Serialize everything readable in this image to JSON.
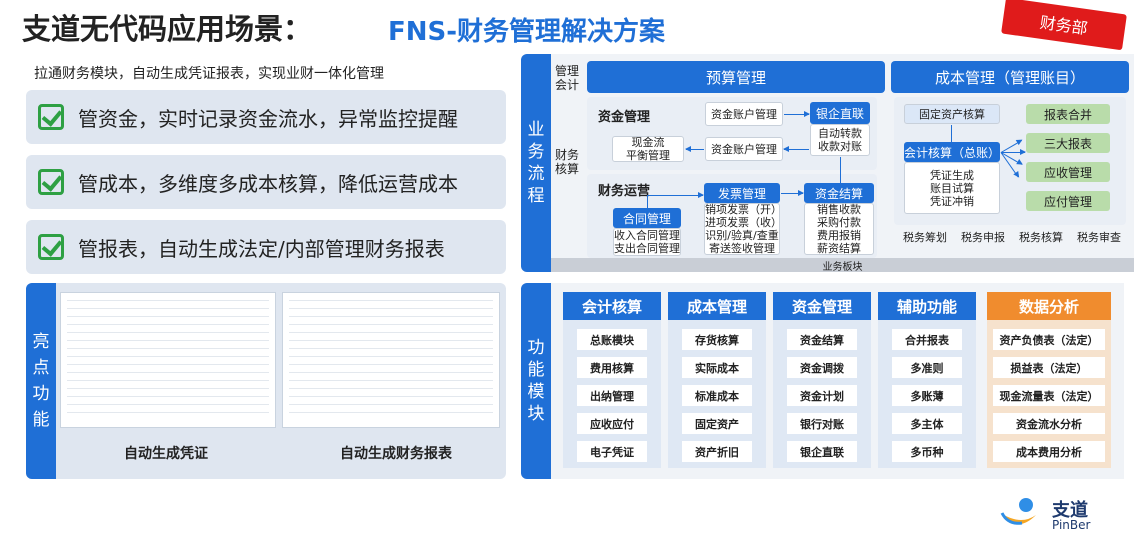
{
  "header": {
    "title": "支道无代码应用场景：",
    "subtitle": "FNS-财务管理解决方案",
    "dept_tag": "财务部"
  },
  "intro": "拉通财务模块，自动生成凭证报表，实现业财一体化管理",
  "features": [
    "管资金，实时记录资金流水，异常监控提醒",
    "管成本，多维度多成本核算，降低运营成本",
    "管报表，自动生成法定/内部管理财务报表"
  ],
  "highlights": {
    "side_label": [
      "亮",
      "点",
      "功",
      "能"
    ],
    "captions": [
      "自动生成凭证",
      "自动生成财务报表"
    ]
  },
  "business_flow": {
    "side_label": [
      "业",
      "务",
      "流",
      "程"
    ],
    "row_labels": {
      "mgmt": [
        "管理",
        "会计"
      ],
      "fin": [
        "财务",
        "核算"
      ]
    },
    "budget": "预算管理",
    "cost_mgmt": "成本管理（管理账目）",
    "fund_mgmt": {
      "title": "资金管理",
      "cashflow": [
        "现金流",
        "平衡管理"
      ],
      "account_top": "资金账户管理",
      "account_mid": "资金账户管理",
      "bank_head": "银企直联",
      "bank_body": [
        "自动转款",
        "收款对账"
      ]
    },
    "fin_ops": {
      "title": "财务运营",
      "contract_head": "合同管理",
      "contract_body": [
        "收入合同管理",
        "支出合同管理"
      ],
      "invoice_head": "发票管理",
      "invoice_body": [
        "销项发票（开）",
        "进项发票（收）",
        "识别/验真/查重",
        "寄送签收管理"
      ],
      "settle_head": "资金结算",
      "settle_body": [
        "销售收款",
        "采购付款",
        "费用报销",
        "薪资结算"
      ]
    },
    "cost_right": {
      "fixed_asset": "固定资产核算",
      "acct_head": "会计核算（总账）",
      "acct_body": [
        "凭证生成",
        "账目试算",
        "凭证冲销"
      ],
      "reports": [
        "报表合并",
        "三大报表",
        "应收管理",
        "应付管理"
      ],
      "tax": [
        "税务筹划",
        "税务申报",
        "税务核算",
        "税务审查"
      ]
    },
    "board": "业务板块"
  },
  "modules": {
    "side_label": [
      "功",
      "能",
      "模",
      "块"
    ],
    "columns": [
      {
        "title": "会计核算",
        "items": [
          "总账模块",
          "费用核算",
          "出纳管理",
          "应收应付",
          "电子凭证"
        ]
      },
      {
        "title": "成本管理",
        "items": [
          "存货核算",
          "实际成本",
          "标准成本",
          "固定资产",
          "资产折旧"
        ]
      },
      {
        "title": "资金管理",
        "items": [
          "资金结算",
          "资金调拨",
          "资金计划",
          "银行对账",
          "银企直联"
        ]
      },
      {
        "title": "辅助功能",
        "items": [
          "合并报表",
          "多准则",
          "多账薄",
          "多主体",
          "多币种"
        ]
      },
      {
        "title": "数据分析",
        "items": [
          "资产负债表（法定）",
          "损益表（法定）",
          "现金流量表（法定）",
          "资金流水分析",
          "成本费用分析"
        ]
      }
    ]
  },
  "brand": {
    "name": "支道",
    "en": "PinBer"
  },
  "colors": {
    "accent": "#1f6fd6",
    "check": "#2ea043",
    "tag": "#e01b1b",
    "analysis": "#f08c2e"
  }
}
